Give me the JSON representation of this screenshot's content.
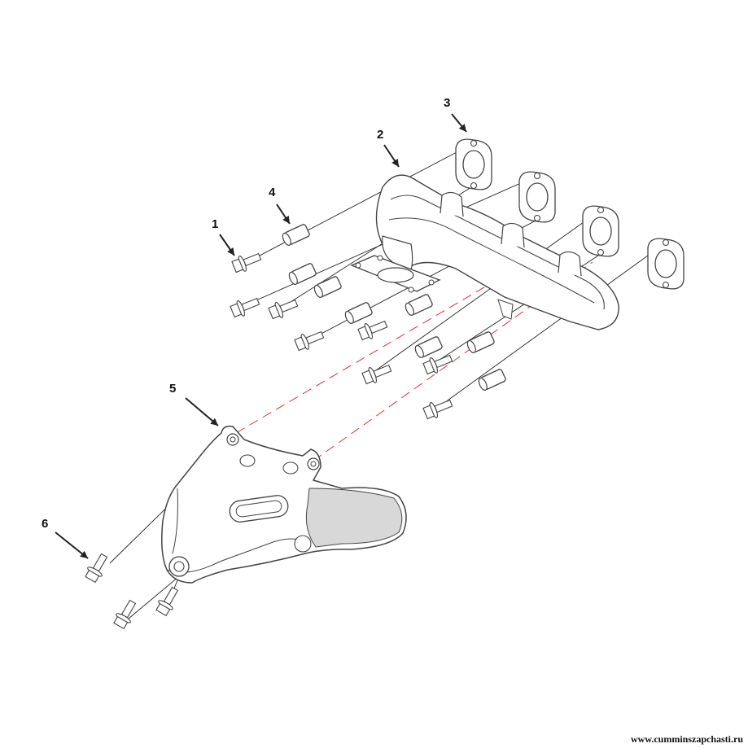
{
  "callouts": [
    {
      "id": "1",
      "label": "1"
    },
    {
      "id": "2",
      "label": "2"
    },
    {
      "id": "3",
      "label": "3"
    },
    {
      "id": "4",
      "label": "4"
    },
    {
      "id": "5",
      "label": "5"
    },
    {
      "id": "6",
      "label": "6"
    }
  ],
  "watermark": "www.cumminszapchasti.ru",
  "colors": {
    "line": "#222222",
    "part_outline": "#444444",
    "part_fill": "#ffffff",
    "shade": "#d8d8d8",
    "leader_red": "#dd3333"
  },
  "parts": [
    {
      "callout": "1",
      "icon": "flange-bolt-icon"
    },
    {
      "callout": "2",
      "icon": "exhaust-manifold-icon"
    },
    {
      "callout": "3",
      "icon": "manifold-gasket-icon"
    },
    {
      "callout": "4",
      "icon": "spacer-sleeve-icon"
    },
    {
      "callout": "5",
      "icon": "heat-shield-icon"
    },
    {
      "callout": "6",
      "icon": "flange-bolt-icon"
    }
  ]
}
